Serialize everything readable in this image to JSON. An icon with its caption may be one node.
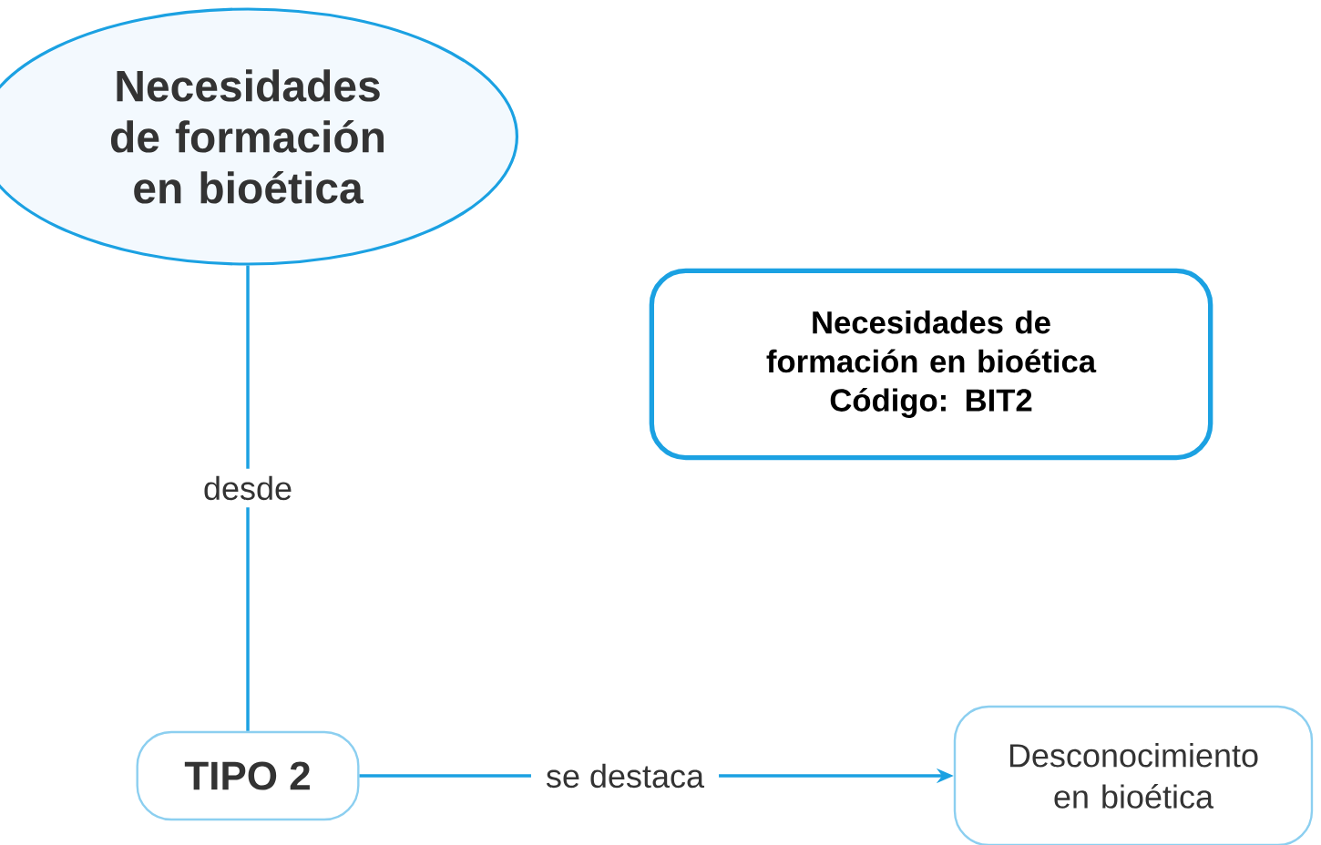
{
  "diagram": {
    "nodes": [
      {
        "text": [
          "Necesidades de formación en bioética"
        ]
      },
      {
        "text": [
          "Necesidades de formación en bioética",
          "Código: BIT2"
        ]
      },
      {
        "text": [
          "TIPO 2"
        ]
      },
      {
        "text": [
          "Desconocimiento en bioética"
        ]
      }
    ],
    "edges": [
      {
        "from": 0,
        "to": 2,
        "arrow": "none",
        "label": "desde"
      },
      {
        "from": 2,
        "to": 3,
        "arrow": "to",
        "label": "se destaca"
      }
    ]
  }
}
